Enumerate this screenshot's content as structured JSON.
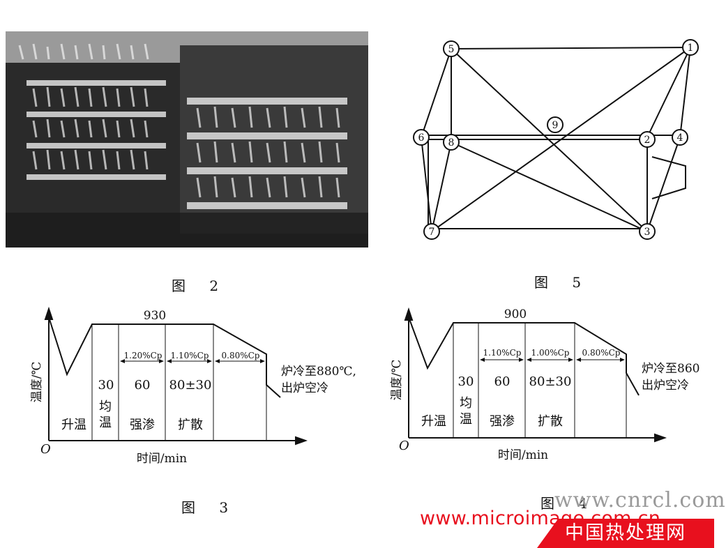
{
  "captions": {
    "fig2": "图 2",
    "fig5": "图 5",
    "fig3": "图 3",
    "fig4": "图 4"
  },
  "fig5": {
    "nodes": [
      "5",
      "1",
      "9",
      "6",
      "8",
      "2",
      "4",
      "7",
      "3"
    ]
  },
  "fig3": {
    "peak_temp": "930",
    "y_axis": "温度/℃",
    "x_axis": "时间/min",
    "origin": "O",
    "carbon": [
      "1.20%Cp",
      "1.10%Cp",
      "0.80%Cp"
    ],
    "durations": [
      "30",
      "60",
      "80±30"
    ],
    "stages": [
      "升温",
      "均",
      "温",
      "强渗",
      "扩散"
    ],
    "note": [
      "炉冷至880℃,",
      "出炉空冷"
    ]
  },
  "fig4": {
    "peak_temp": "900",
    "y_axis": "温度/℃",
    "x_axis": "时间/min",
    "origin": "O",
    "carbon": [
      "1.10%Cp",
      "1.00%Cp",
      "0.80%Cp"
    ],
    "durations": [
      "30",
      "60",
      "80±30"
    ],
    "stages": [
      "升温",
      "均",
      "温",
      "强渗",
      "扩散"
    ],
    "note": [
      "炉冷至860",
      "出炉空冷"
    ]
  },
  "watermark": {
    "url_red": "www.microimage.com.cn",
    "url_gray": "www.cnrcl.com",
    "site": "中国热处理网"
  },
  "colors": {
    "line": "#111111",
    "watermark_red": "#e8101e"
  }
}
